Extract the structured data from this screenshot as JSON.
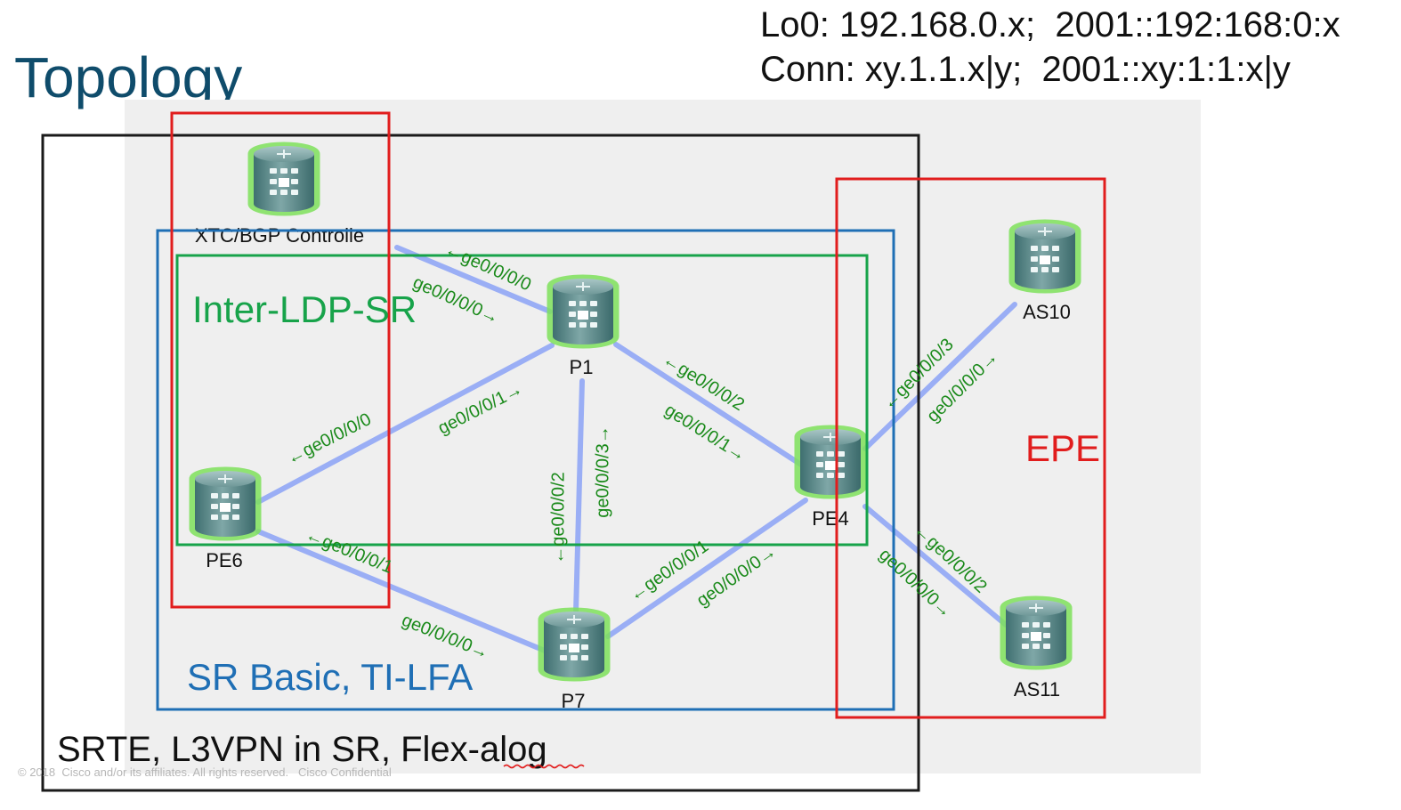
{
  "title": "Topology",
  "addressing": {
    "line1": "Lo0: 192.168.0.x;  2001::192:168:0:x",
    "line2": "Conn: xy.1.1.x|y;  2001::xy:1:1:x|y"
  },
  "copyright": "© 2018  Cisco and/or its affiliates. All rights reserved.   Cisco Confidential",
  "colors": {
    "title": "#0f4c6b",
    "region_srte": "#1a1a1a",
    "region_sr_basic": "#1f6fb5",
    "region_inter_ldp": "#17a34a",
    "region_red": "#e11d1d",
    "link": "#9aaef5",
    "interface_label": "#1a8a1a",
    "router_body": "#5f8f8f",
    "router_glow": "#7ee05a"
  },
  "regions": [
    {
      "id": "srte",
      "label": "SRTE, L3VPN in SR, Flex-",
      "label_tail": "alog"
    },
    {
      "id": "sr-basic",
      "label": "SR Basic, TI-LFA"
    },
    {
      "id": "inter-ldp-sr",
      "label": "Inter-LDP-SR"
    },
    {
      "id": "controller-box",
      "label": ""
    },
    {
      "id": "epe",
      "label": "EPE"
    }
  ],
  "nodes": [
    {
      "id": "xtc",
      "label": "XTC/BGP Controlle",
      "icon": "router-icon"
    },
    {
      "id": "p1",
      "label": "P1",
      "icon": "router-icon"
    },
    {
      "id": "pe6",
      "label": "PE6",
      "icon": "router-icon"
    },
    {
      "id": "p7",
      "label": "P7",
      "icon": "router-icon"
    },
    {
      "id": "pe4",
      "label": "PE4",
      "icon": "router-icon"
    },
    {
      "id": "as10",
      "label": "AS10",
      "icon": "router-icon"
    },
    {
      "id": "as11",
      "label": "AS11",
      "icon": "router-icon"
    }
  ],
  "links": [
    {
      "from": "xtc",
      "to": "p1"
    },
    {
      "from": "pe6",
      "to": "p1"
    },
    {
      "from": "pe6",
      "to": "p7"
    },
    {
      "from": "p1",
      "to": "p7"
    },
    {
      "from": "p1",
      "to": "pe4"
    },
    {
      "from": "p7",
      "to": "pe4"
    },
    {
      "from": "pe4",
      "to": "as10"
    },
    {
      "from": "pe4",
      "to": "as11"
    }
  ],
  "interface_labels": [
    {
      "id": "xtc-p1-a",
      "text": "←ge0/0/0/0"
    },
    {
      "id": "xtc-p1-b",
      "text": "ge0/0/0/0→"
    },
    {
      "id": "pe6-p1-a",
      "text": "←ge0/0/0/0"
    },
    {
      "id": "pe6-p1-b",
      "text": "ge0/0/0/1→"
    },
    {
      "id": "p1-pe4-a",
      "text": "←ge0/0/0/2"
    },
    {
      "id": "p1-pe4-b",
      "text": "ge0/0/0/1→"
    },
    {
      "id": "p1-p7-a",
      "text": "←ge0/0/0/2"
    },
    {
      "id": "p1-p7-b",
      "text": "ge0/0/0/3→"
    },
    {
      "id": "pe6-p7-a",
      "text": "←ge0/0/0/1"
    },
    {
      "id": "pe6-p7-b",
      "text": "ge0/0/0/0→"
    },
    {
      "id": "p7-pe4-a",
      "text": "←ge0/0/0/1"
    },
    {
      "id": "p7-pe4-b",
      "text": "ge0/0/0/0→"
    },
    {
      "id": "pe4-as10-a",
      "text": "←ge0/0/0/3"
    },
    {
      "id": "pe4-as10-b",
      "text": "ge0/0/0/0→"
    },
    {
      "id": "pe4-as11-a",
      "text": "←ge0/0/0/2"
    },
    {
      "id": "pe4-as11-b",
      "text": "ge0/0/0/0→"
    }
  ]
}
